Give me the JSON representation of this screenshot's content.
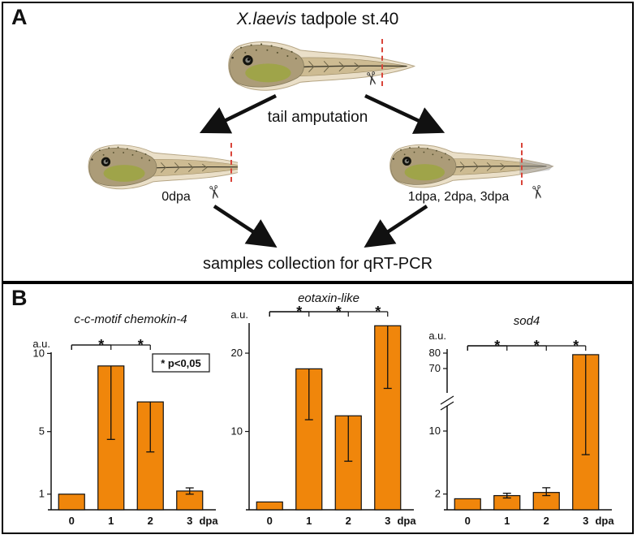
{
  "figure": {
    "panel_a": {
      "label": "A",
      "title_italic": "X.laevis",
      "title_rest": " tadpole st.40",
      "arrow_label": "tail amputation",
      "left_tadpole_label": "0dpa",
      "right_tadpole_label": "1dpa, 2dpa, 3dpa",
      "bottom_label": "samples collection for qRT-PCR",
      "scissors_icon": "✂"
    },
    "panel_b": {
      "label": "B"
    }
  },
  "colors": {
    "bar": "#F0860B",
    "bar_border": "#111111",
    "cut_line": "#D9453A",
    "arrow": "#111111",
    "tadpole_fin": "#EADFC8",
    "tadpole_body": "#AC9C78",
    "tadpole_belly": "#9FA449"
  },
  "chart_data": [
    {
      "type": "bar",
      "title": "c-c-motif chemokin-4",
      "ylabel": "a.u.",
      "xlabel": "dpa",
      "categories": [
        "0",
        "1",
        "2",
        "3"
      ],
      "values": [
        1,
        9.2,
        6.9,
        1.2
      ],
      "errors": [
        null,
        {
          "low": 4.5,
          "high": 9.2
        },
        {
          "low": 3.7,
          "high": 6.9
        },
        {
          "low": 1.0,
          "high": 1.4
        }
      ],
      "yticks": [
        1,
        5,
        10
      ],
      "ylim": [
        0,
        10.8
      ],
      "grid": false,
      "significance": [
        {
          "from": 0,
          "to": 1,
          "label": "*"
        },
        {
          "from": 0,
          "to": 2,
          "label": "*"
        }
      ],
      "note": "* p<0,05"
    },
    {
      "type": "bar",
      "title": "eotaxin-like",
      "ylabel": "a.u.",
      "xlabel": "dpa",
      "categories": [
        "0",
        "1",
        "2",
        "3"
      ],
      "values": [
        1,
        18,
        12,
        23.5
      ],
      "errors": [
        null,
        {
          "low": 11.5,
          "high": 18
        },
        {
          "low": 6.2,
          "high": 12
        },
        {
          "low": 15.5,
          "high": 23.5
        }
      ],
      "yticks": [
        10,
        20
      ],
      "ylim": [
        0,
        25.5
      ],
      "grid": false,
      "significance": [
        {
          "from": 0,
          "to": 1,
          "label": "*"
        },
        {
          "from": 0,
          "to": 2,
          "label": "*"
        },
        {
          "from": 0,
          "to": 3,
          "label": "*"
        }
      ]
    },
    {
      "type": "bar",
      "title": "sod4",
      "ylabel": "a.u.",
      "xlabel": "dpa",
      "categories": [
        "0",
        "1",
        "2",
        "3"
      ],
      "values": [
        1.4,
        1.8,
        2.2,
        79
      ],
      "errors": [
        null,
        {
          "low": 1.5,
          "high": 2.1
        },
        {
          "low": 1.8,
          "high": 2.8
        },
        {
          "low": 7,
          "high": 79
        }
      ],
      "yticks": [
        2,
        10,
        70,
        80
      ],
      "ylim": [
        0,
        85
      ],
      "axis_break": [
        10,
        70
      ],
      "grid": false,
      "significance": [
        {
          "from": 0,
          "to": 1,
          "label": "*"
        },
        {
          "from": 0,
          "to": 2,
          "label": "*"
        },
        {
          "from": 0,
          "to": 3,
          "label": "*"
        }
      ]
    }
  ]
}
